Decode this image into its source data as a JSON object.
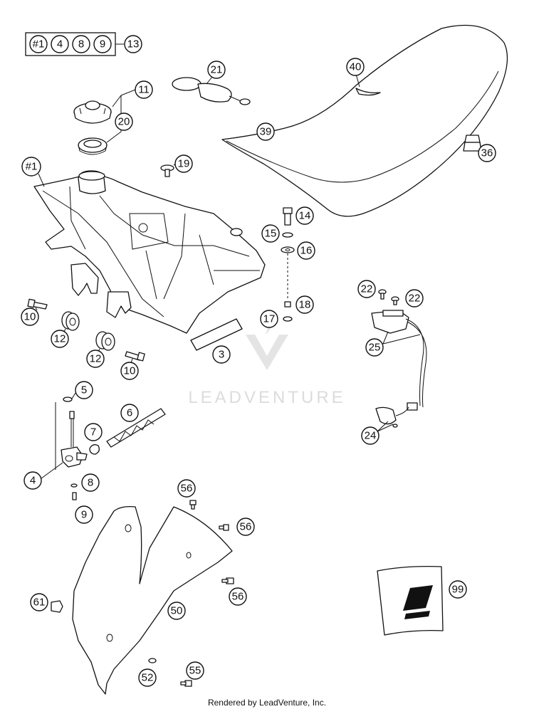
{
  "watermark": {
    "brand": "LEADVENTURE"
  },
  "footer": {
    "credit": "Rendered by LeadVenture, Inc."
  },
  "kit": {
    "items": [
      "#1",
      "4",
      "8",
      "9"
    ],
    "kit_number": "13"
  },
  "callouts": {
    "c1": "#1",
    "c3": "3",
    "c4": "4",
    "c5": "5",
    "c6": "6",
    "c7": "7",
    "c8": "8",
    "c9": "9",
    "c10a": "10",
    "c10b": "10",
    "c11": "11",
    "c12a": "12",
    "c12b": "12",
    "c14": "14",
    "c15": "15",
    "c16": "16",
    "c17": "17",
    "c18": "18",
    "c19": "19",
    "c20": "20",
    "c21": "21",
    "c22a": "22",
    "c22b": "22",
    "c24": "24",
    "c25": "25",
    "c36": "36",
    "c39": "39",
    "c40": "40",
    "c50": "50",
    "c52": "52",
    "c55": "55",
    "c56a": "56",
    "c56b": "56",
    "c56c": "56",
    "c61": "61",
    "c99": "99"
  }
}
